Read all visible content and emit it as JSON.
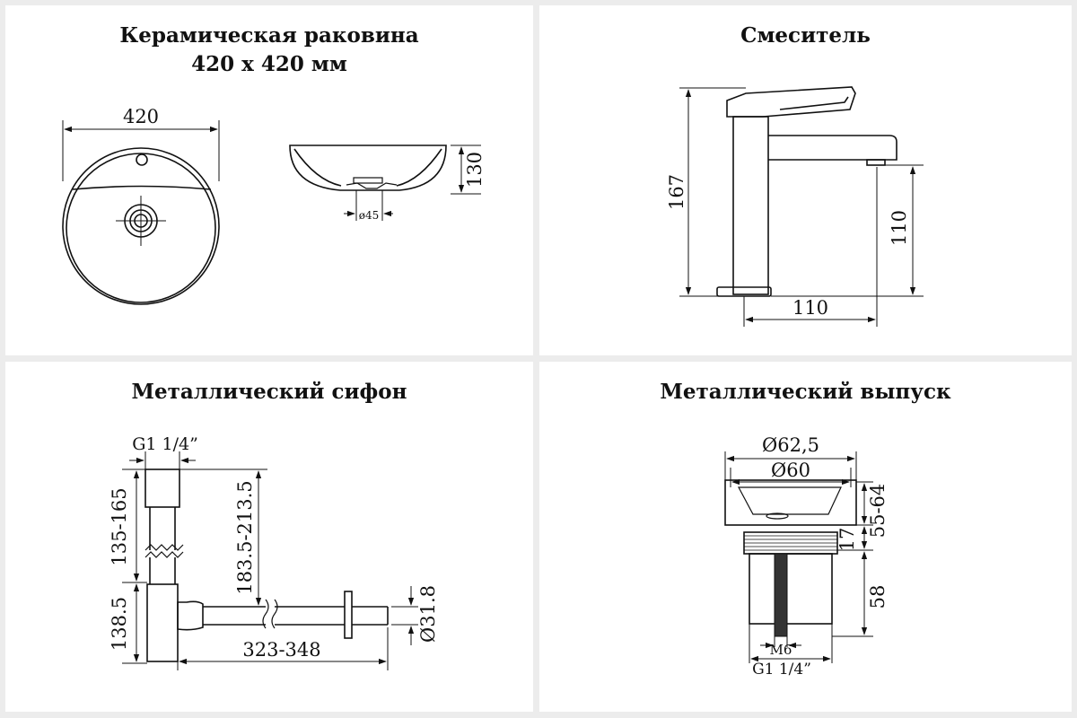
{
  "panels": {
    "basin": {
      "title_line1": "Керамическая раковина",
      "title_line2": "420 х 420 мм",
      "dims": {
        "width": "420",
        "height": "130",
        "drain": "ø45"
      }
    },
    "mixer": {
      "title": "Смеситель",
      "dims": {
        "height": "167",
        "spout_height": "110",
        "reach": "110"
      }
    },
    "siphon": {
      "title": "Металлический сифон",
      "dims": {
        "thread": "G1 1/4”",
        "top_range": "135-165",
        "bottom": "138.5",
        "mid_range": "183.5-213.5",
        "length": "323-348",
        "pipe_dia": "Ø31.8"
      }
    },
    "drain": {
      "title": "Металлический выпуск",
      "dims": {
        "outer_dia": "Ø62,5",
        "inner_dia": "Ø60",
        "height_range": "55-64",
        "flange": "17",
        "body": "58",
        "bolt": "M6",
        "thread": "G1 1/4”"
      }
    }
  },
  "colors": {
    "background": "#ececec",
    "panel": "#ffffff",
    "line": "#111111"
  }
}
